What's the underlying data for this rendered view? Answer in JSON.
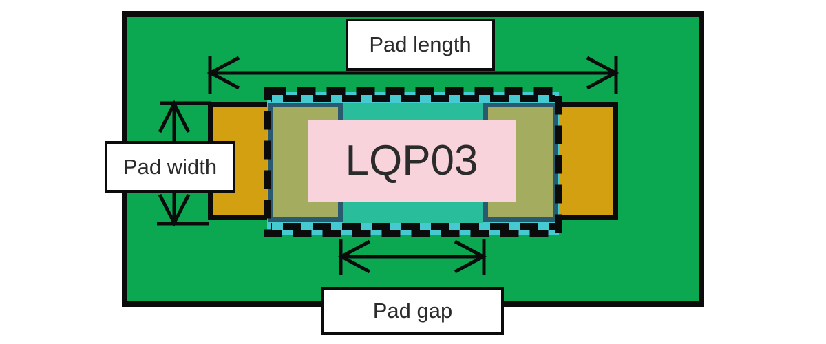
{
  "labels": {
    "pad_length": "Pad length",
    "pad_width": "Pad width",
    "pad_gap": "Pad gap",
    "component": "LQP03"
  },
  "colors": {
    "background": "#FFFFFF",
    "pcb_green": "#0BA751",
    "pad_gold": "#D2A010",
    "body_cyan": "#44CAD0",
    "body_teal": "#2ABD9B",
    "electrode_olive": "#A4AC60",
    "electrode_border": "#2A5A6F",
    "label_pink": "#F8D3DC",
    "line_black": "#0B0B0B",
    "text_dark": "#2B2B2B"
  }
}
